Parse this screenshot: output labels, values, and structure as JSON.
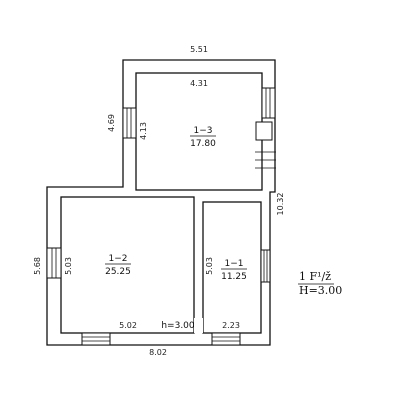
{
  "plan": {
    "dimensions": {
      "top_outer": "5.51",
      "top_inner": "4.31",
      "upper_left_outer": "4.69",
      "upper_left_inner": "4.13",
      "right_outer": "10.32",
      "lower_left_outer": "5.68",
      "lower_left_inner": "5.03",
      "middle_wall": "5.03",
      "bottom_left_inner": "5.02",
      "bottom_right_inner": "2.23",
      "bottom_outer": "8.02"
    },
    "rooms": [
      {
        "id": "1−3",
        "area": "17.80"
      },
      {
        "id": "1−2",
        "area": "25.25"
      },
      {
        "id": "1−1",
        "area": "11.25"
      }
    ],
    "ceiling_height": "h=3.00"
  },
  "legend": {
    "floor": "1 F¹/ž",
    "height": "H=3.00"
  }
}
